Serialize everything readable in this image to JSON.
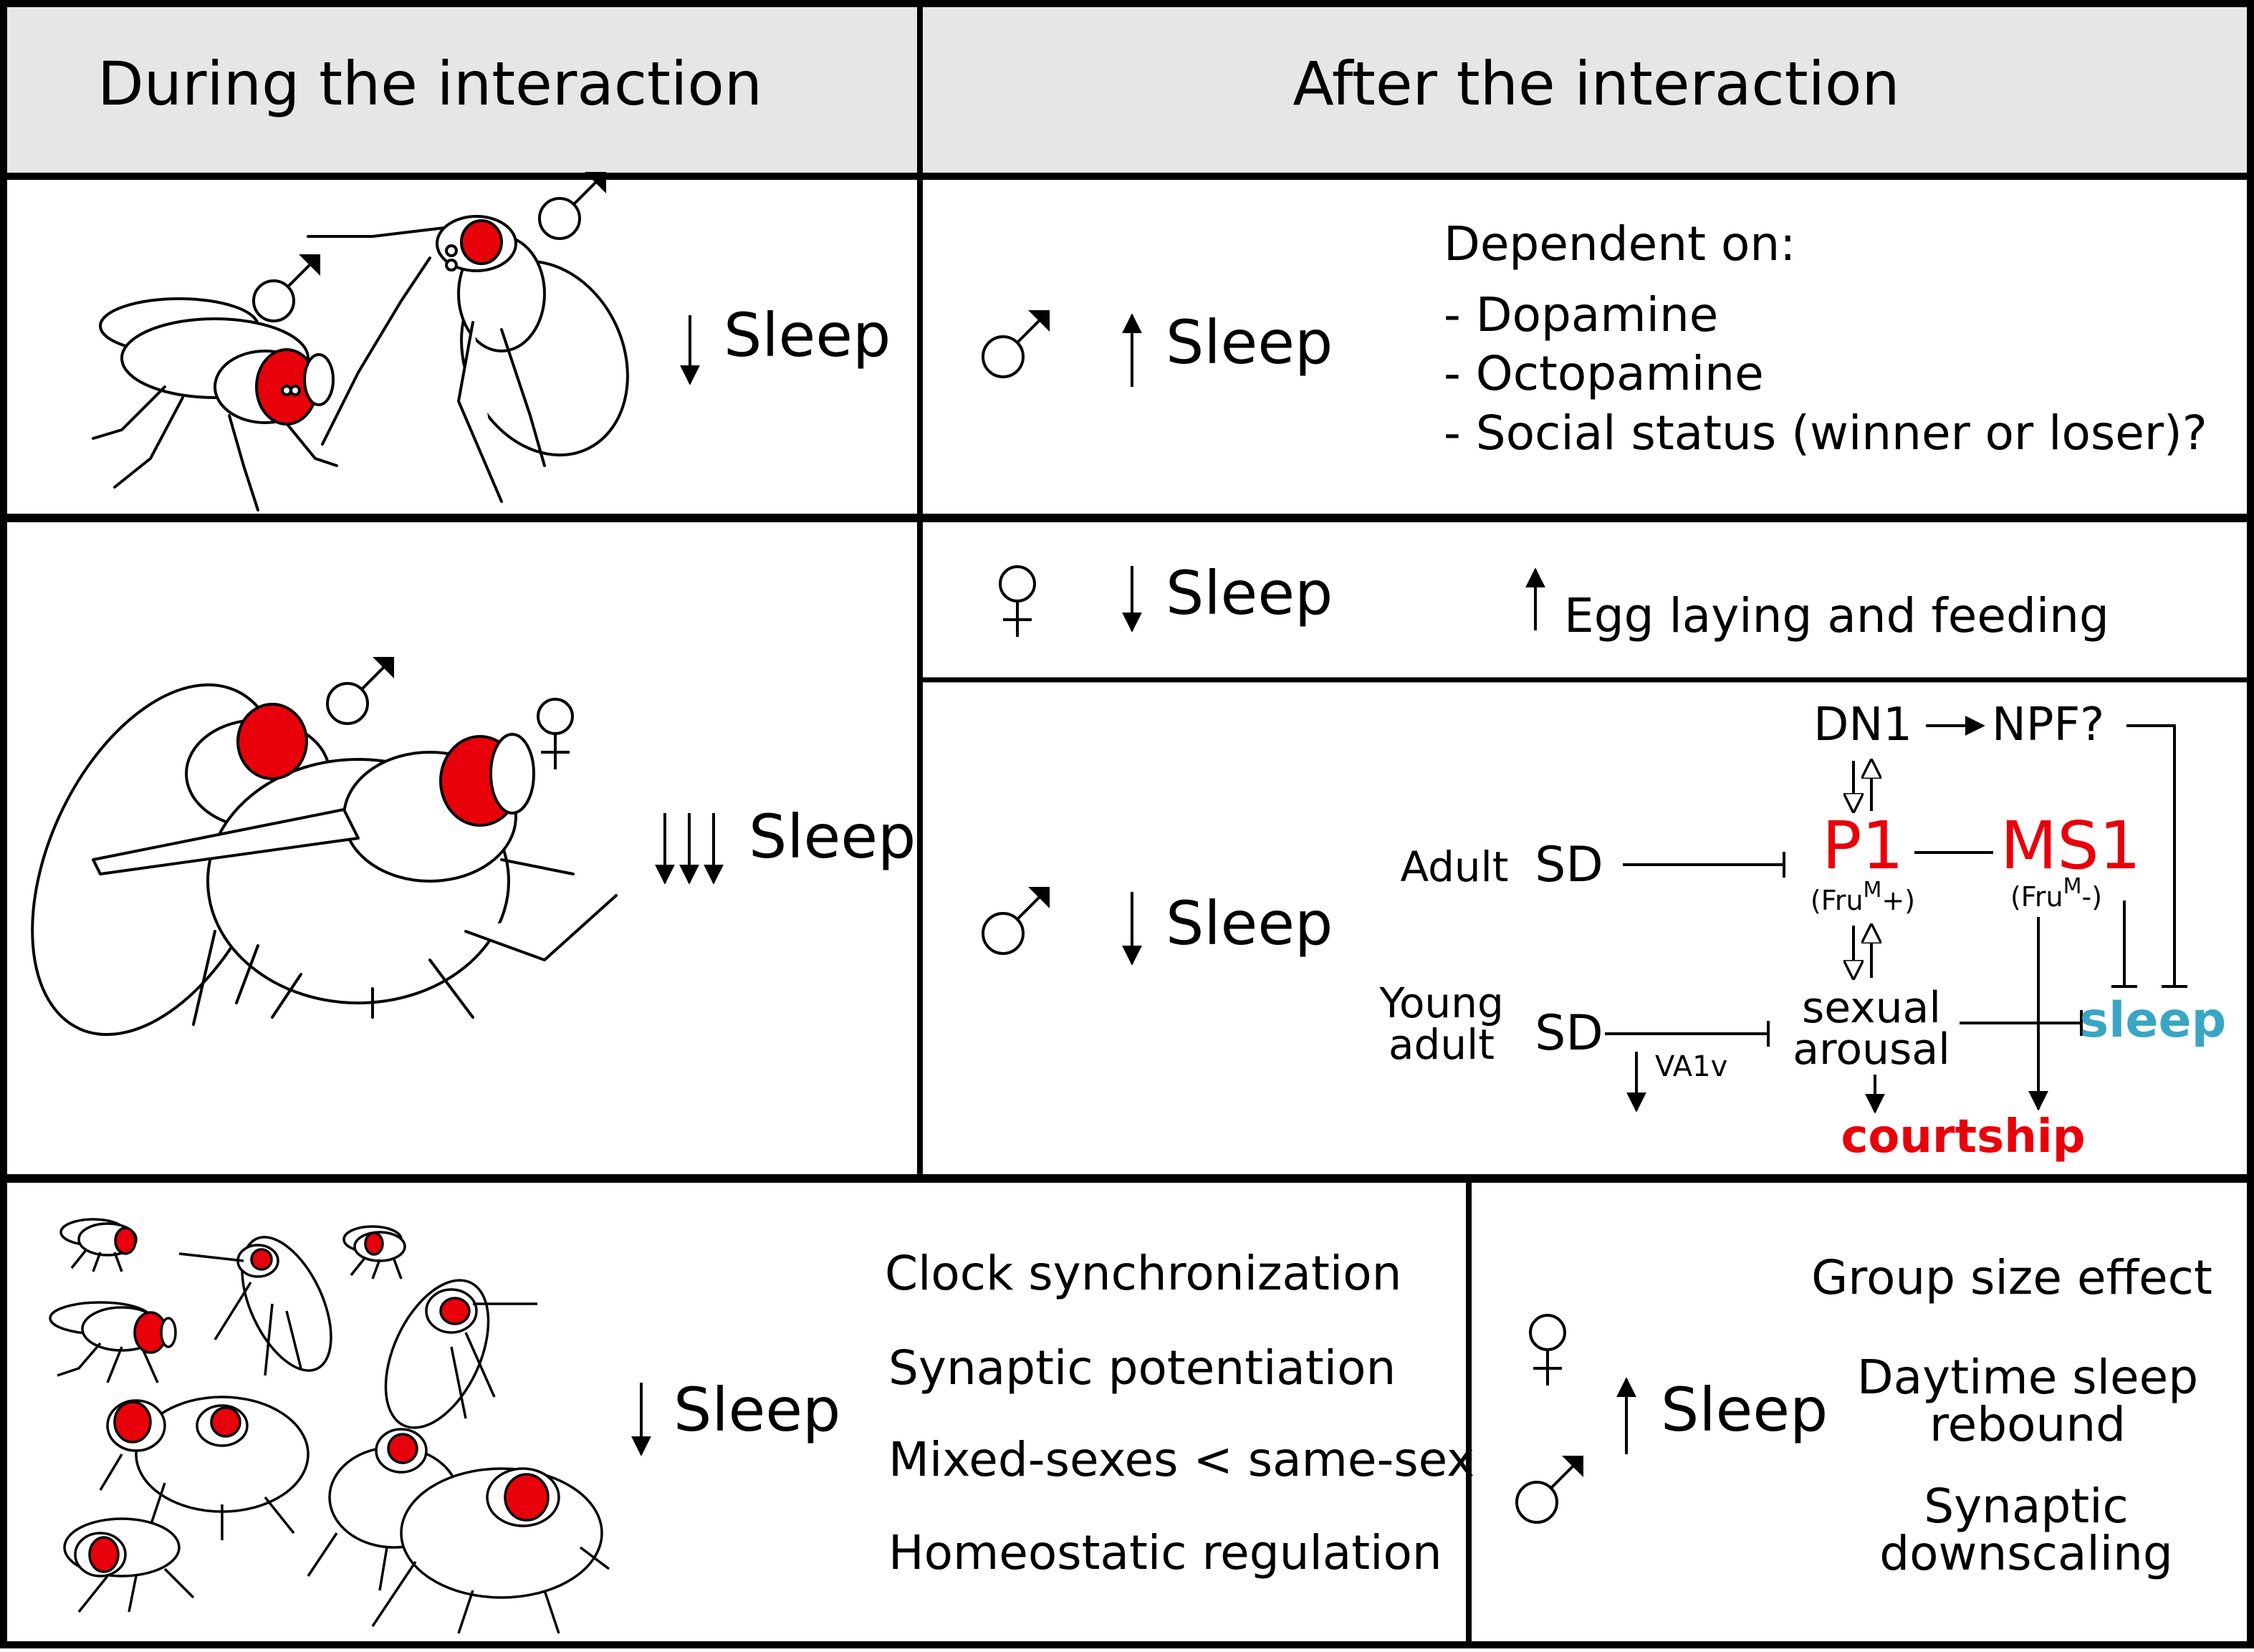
{
  "headers": {
    "during": "During the interaction",
    "after": "After the interaction"
  },
  "symbols": {
    "male": "♂",
    "female": "♀",
    "arrow_up": "↑",
    "arrow_down": "↓"
  },
  "sleep_word": "Sleep",
  "row1": {
    "after": {
      "dependent_title": "Dependent on:",
      "items": [
        "- Dopamine",
        "- Octopamine",
        "- Social status (winner or loser)?"
      ]
    }
  },
  "row2": {
    "female_effect": "Egg laying and feeding",
    "circuit": {
      "dn1": "DN1",
      "npf": "NPF?",
      "adult": "Adult",
      "sd": "SD",
      "young_adult_line1": "Young",
      "young_adult_line2": "adult",
      "p1": "P1",
      "ms1": "MS1",
      "p1_sub_pre": "(Fru",
      "p1_sub_sup": "M",
      "p1_sub_post": "+)",
      "ms1_sub_pre": "(Fru",
      "ms1_sub_sup": "M",
      "ms1_sub_post": "-)",
      "sexual_arousal_line1": "sexual",
      "sexual_arousal_line2": "arousal",
      "va1v": "VA1v",
      "sleep_output": "sleep",
      "courtship": "courtship"
    }
  },
  "row3": {
    "during_items": [
      "Clock synchronization",
      "Synaptic potentiation",
      "Mixed-sexes < same-sex",
      "Homeostatic regulation"
    ],
    "after_items": {
      "group_size": "Group size effect",
      "daytime_line1": "Daytime sleep",
      "daytime_line2": "rebound",
      "synaptic_line1": "Synaptic",
      "synaptic_line2": "downscaling"
    }
  },
  "colors": {
    "red": "#e8000b",
    "sleep_blue": "#3aa6c4",
    "header_fill": "#e6e6e6",
    "line": "#000000"
  }
}
